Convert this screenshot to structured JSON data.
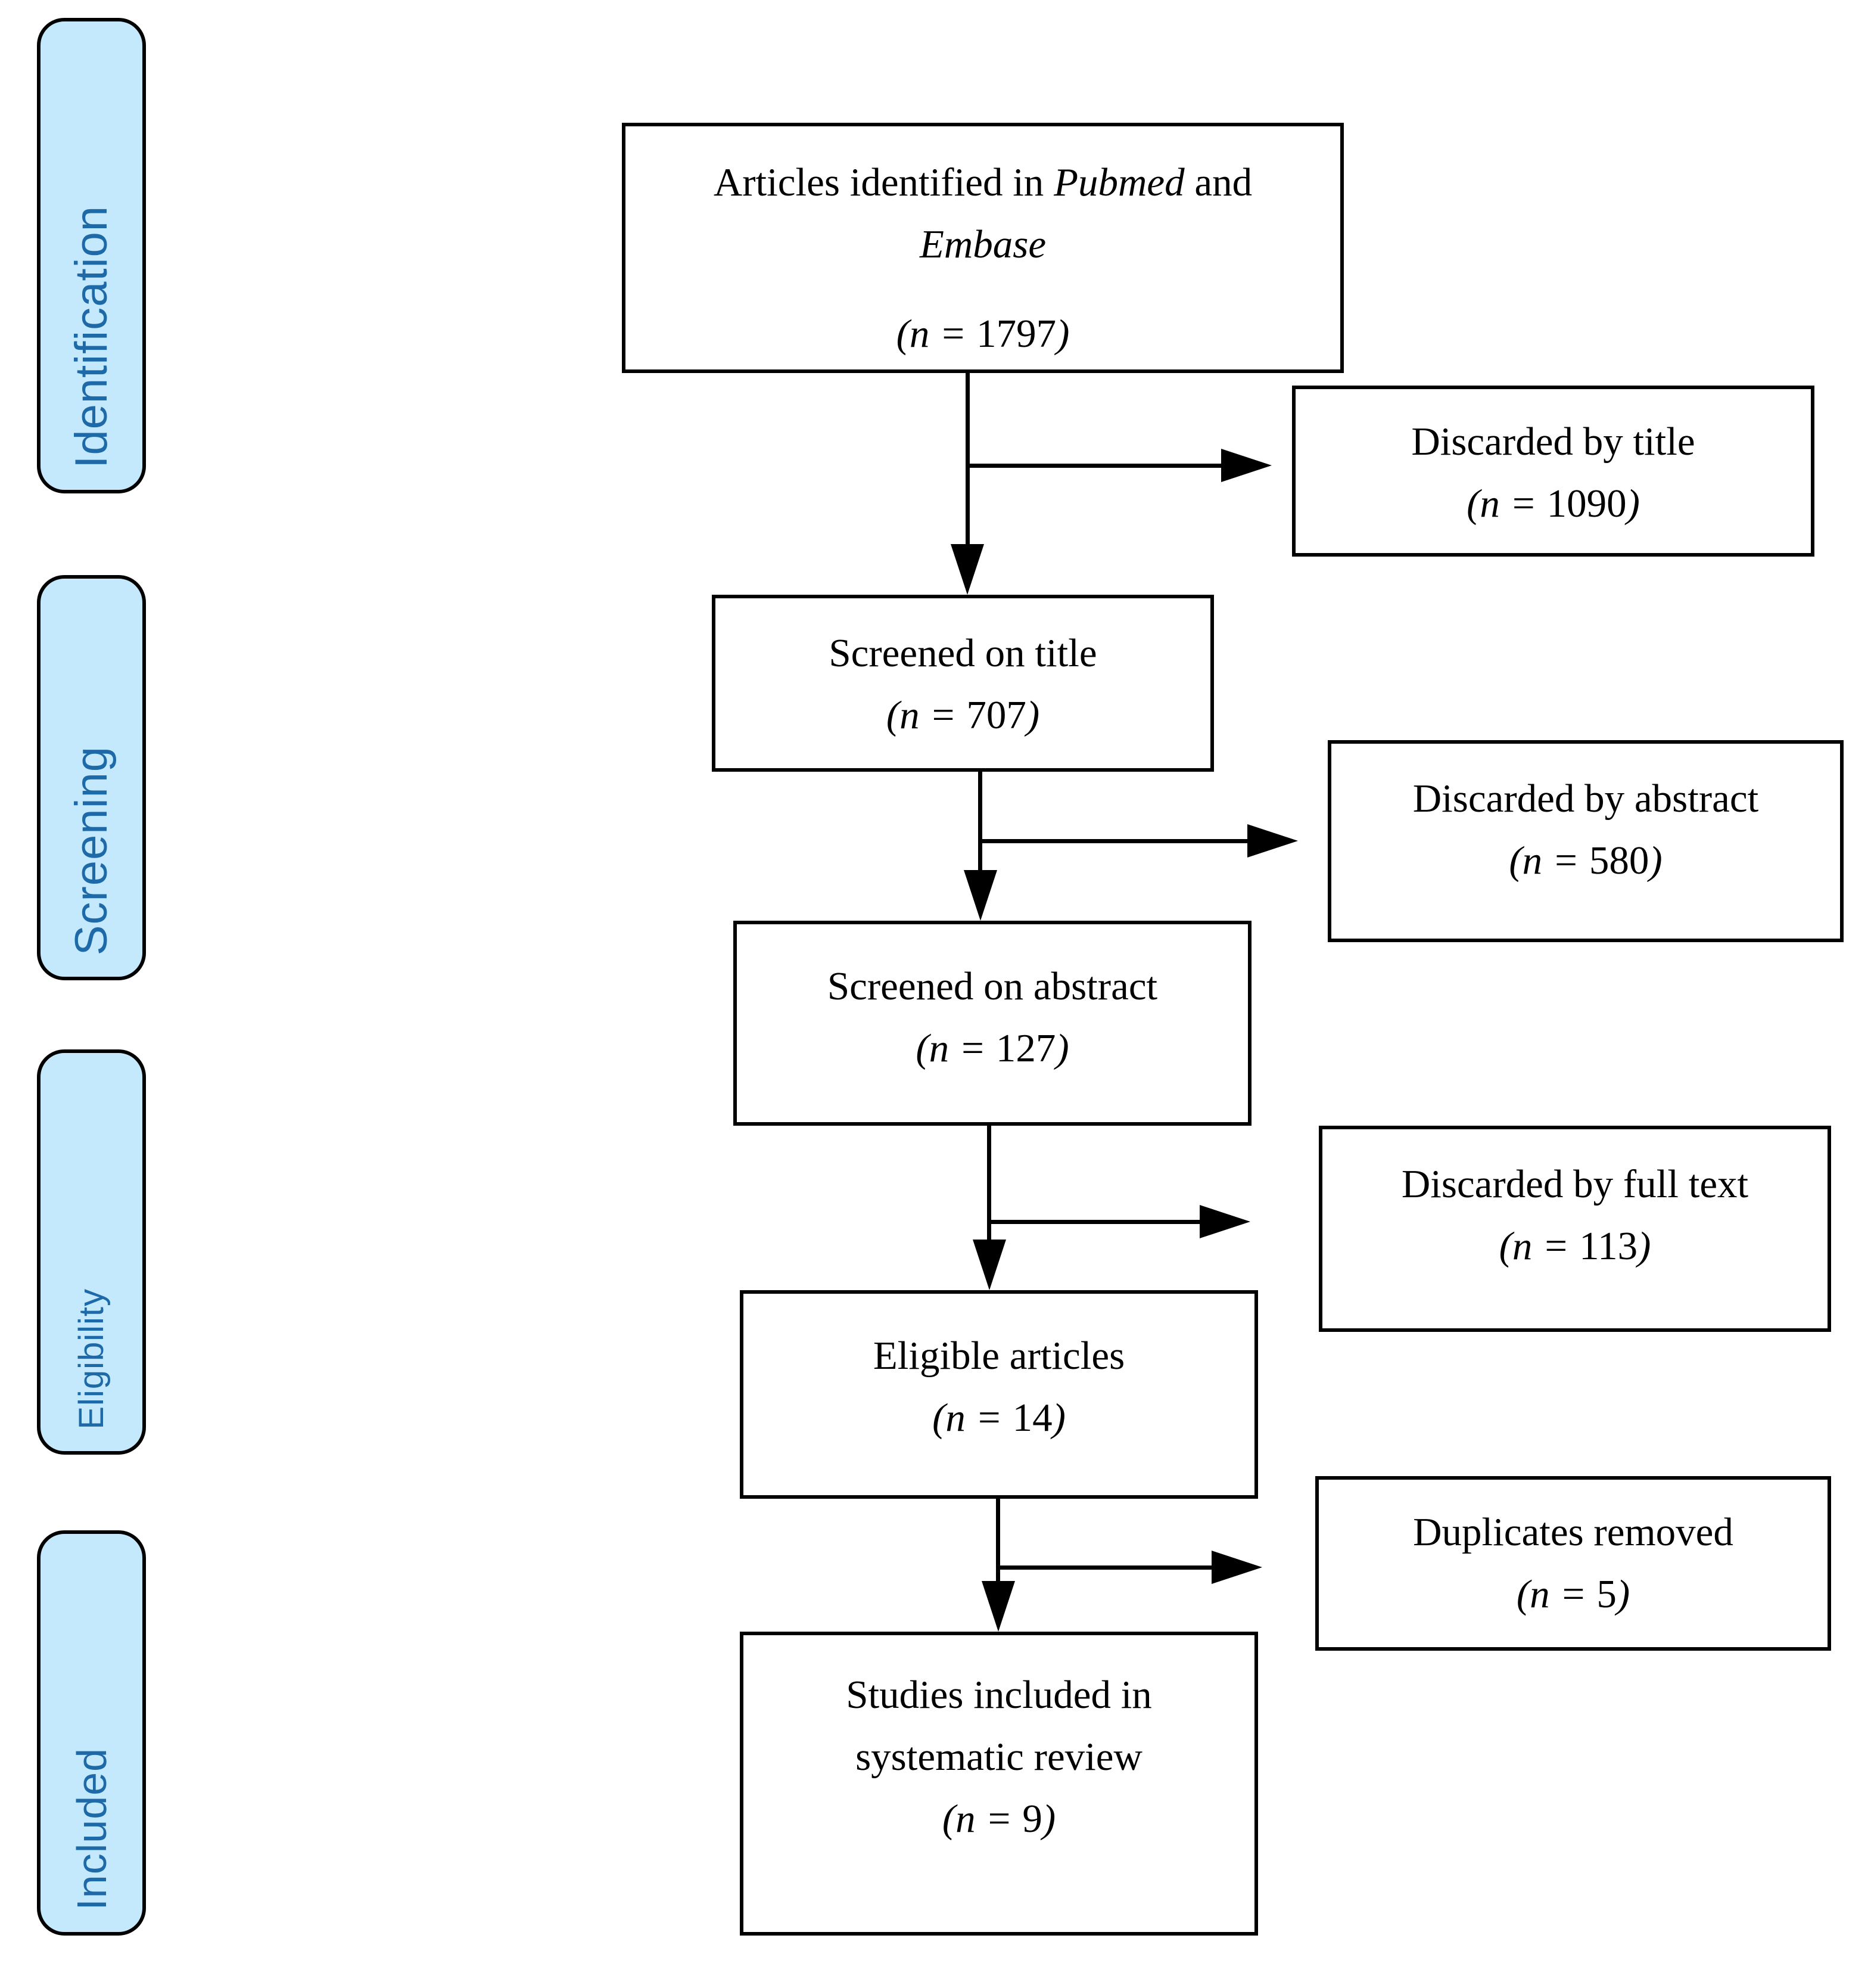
{
  "colors": {
    "background": "#ffffff",
    "stage_fill": "#c5e9fc",
    "stage_border": "#000000",
    "stage_text": "#1e6aa8",
    "box_border": "#000000",
    "box_text": "#000000",
    "arrow": "#000000"
  },
  "stages": [
    {
      "label": "Identification"
    },
    {
      "label": "Screening"
    },
    {
      "label": "Eligibility"
    },
    {
      "label": "Included"
    }
  ],
  "main_flow": [
    {
      "name": "articles-identified",
      "title_a": "Articles identified in ",
      "title_b": "Pubmed",
      "title_c": " and",
      "title_line2": "Embase",
      "n_open": "(n = ",
      "n_value": "1797",
      "n_close": ")"
    },
    {
      "name": "screened-on-title",
      "title": "Screened on title",
      "n_open": "(n = ",
      "n_value": "707",
      "n_close": ")"
    },
    {
      "name": "screened-on-abstract",
      "title": "Screened on abstract",
      "n_open": "(n = ",
      "n_value": "127",
      "n_close": ")"
    },
    {
      "name": "eligible-articles",
      "title": "Eligible articles",
      "n_open": "(n = ",
      "n_value": "14",
      "n_close": ")"
    },
    {
      "name": "studies-included",
      "title_line1": "Studies included in",
      "title_line2": "systematic review",
      "n_open": "(n = ",
      "n_value": "9",
      "n_close": ")"
    }
  ],
  "side_flow": [
    {
      "name": "discarded-by-title",
      "title": "Discarded by title",
      "n_open": "(n = ",
      "n_value": "1090",
      "n_close": ")"
    },
    {
      "name": "discarded-by-abstract",
      "title": "Discarded by abstract",
      "n_open": "(n = ",
      "n_value": "580",
      "n_close": ")"
    },
    {
      "name": "discarded-by-full-text",
      "title": "Discarded by full text",
      "n_open": "(n = ",
      "n_value": "113",
      "n_close": ")"
    },
    {
      "name": "duplicates-removed",
      "title": "Duplicates removed",
      "n_open": "(n = ",
      "n_value": "5",
      "n_close": ")"
    }
  ]
}
